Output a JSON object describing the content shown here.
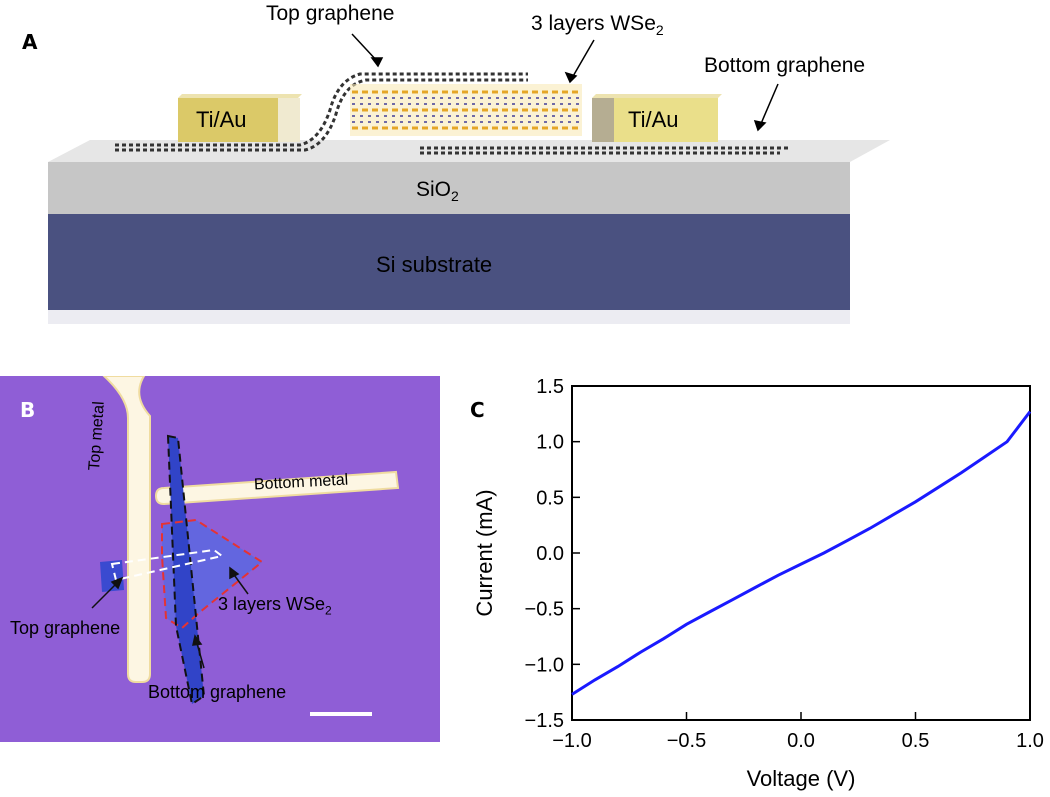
{
  "panel_a": {
    "letter": "A",
    "top_graphene": "Top graphene",
    "wse2_label": "3 layers WSe",
    "wse2_sub": "2",
    "bottom_graphene": "Bottom graphene",
    "contact_left": "Ti/Au",
    "contact_right": "Ti/Au",
    "oxide": "SiO",
    "oxide_sub": "2",
    "substrate": "Si substrate",
    "colors": {
      "substrate": "#4a5180",
      "oxide": "#c8c8c8",
      "contact": "#dfd070",
      "wse2": "#e8b030"
    }
  },
  "panel_b": {
    "letter": "B",
    "top_metal": "Top metal",
    "bottom_metal": "Bottom metal",
    "wse2_label": "3 layers WSe",
    "wse2_sub": "2",
    "top_graphene": "Top graphene",
    "bottom_graphene": "Bottom graphene",
    "colors": {
      "background": "#8f5ed6",
      "metal": "#fdf6e3"
    }
  },
  "panel_c": {
    "letter": "C",
    "chart_data": {
      "type": "line",
      "xlabel": "Voltage (V)",
      "ylabel": "Current (mA)",
      "xlim": [
        -1.0,
        1.0
      ],
      "ylim": [
        -1.5,
        1.5
      ],
      "xticks": [
        "−1.0",
        "−0.5",
        "0.0",
        "0.5",
        "1.0"
      ],
      "yticks": [
        "1.5",
        "1.0",
        "0.5",
        "0.0",
        "−0.5",
        "−1.0",
        "−1.5"
      ],
      "grid": false,
      "series": [
        {
          "color": "#1a1aff",
          "x": [
            -1.0,
            -0.9,
            -0.8,
            -0.7,
            -0.6,
            -0.5,
            -0.4,
            -0.3,
            -0.2,
            -0.1,
            0.0,
            0.1,
            0.2,
            0.3,
            0.4,
            0.5,
            0.6,
            0.7,
            0.8,
            0.9,
            1.0
          ],
          "y": [
            -1.27,
            -1.14,
            -1.02,
            -0.89,
            -0.77,
            -0.64,
            -0.53,
            -0.42,
            -0.31,
            -0.2,
            -0.1,
            0.0,
            0.11,
            0.22,
            0.34,
            0.46,
            0.59,
            0.72,
            0.86,
            1.0,
            1.27
          ]
        }
      ]
    }
  }
}
